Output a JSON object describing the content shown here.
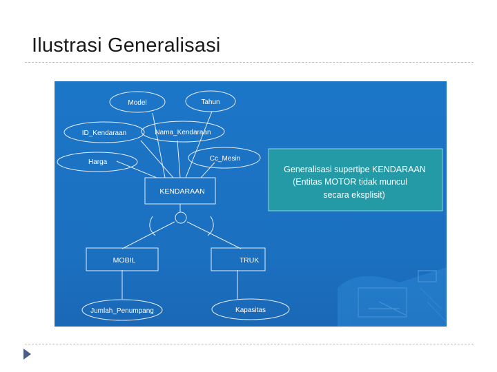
{
  "slide": {
    "title": "Ilustrasi Generalisasi"
  },
  "diagram": {
    "attributes": {
      "model": "Model",
      "tahun": "Tahun",
      "id_kendaraan": "ID_Kendaraan",
      "nama_kendaraan": "Nama_Kendaraan",
      "harga": "Harga",
      "cc_mesin": "Cc_Mesin",
      "jumlah_penumpang": "Jumlah_Penumpang",
      "kapasitas": "Kapasitas"
    },
    "entities": {
      "supertype": "KENDARAAN",
      "subtype_left": "MOBIL",
      "subtype_right": "TRUK"
    },
    "note": {
      "line1": "Generalisasi supertipe KENDARAAN",
      "line2": "(Entitas MOTOR tidak muncul",
      "line3": "secara eksplisit)"
    },
    "colors": {
      "background": "#1c74c6",
      "background_bottom": "#1a6dbd",
      "note_box": "#239aa6",
      "stroke": "#e6eef8",
      "title_text": "#1a1a1a",
      "bullet": "#4a5e86"
    }
  }
}
